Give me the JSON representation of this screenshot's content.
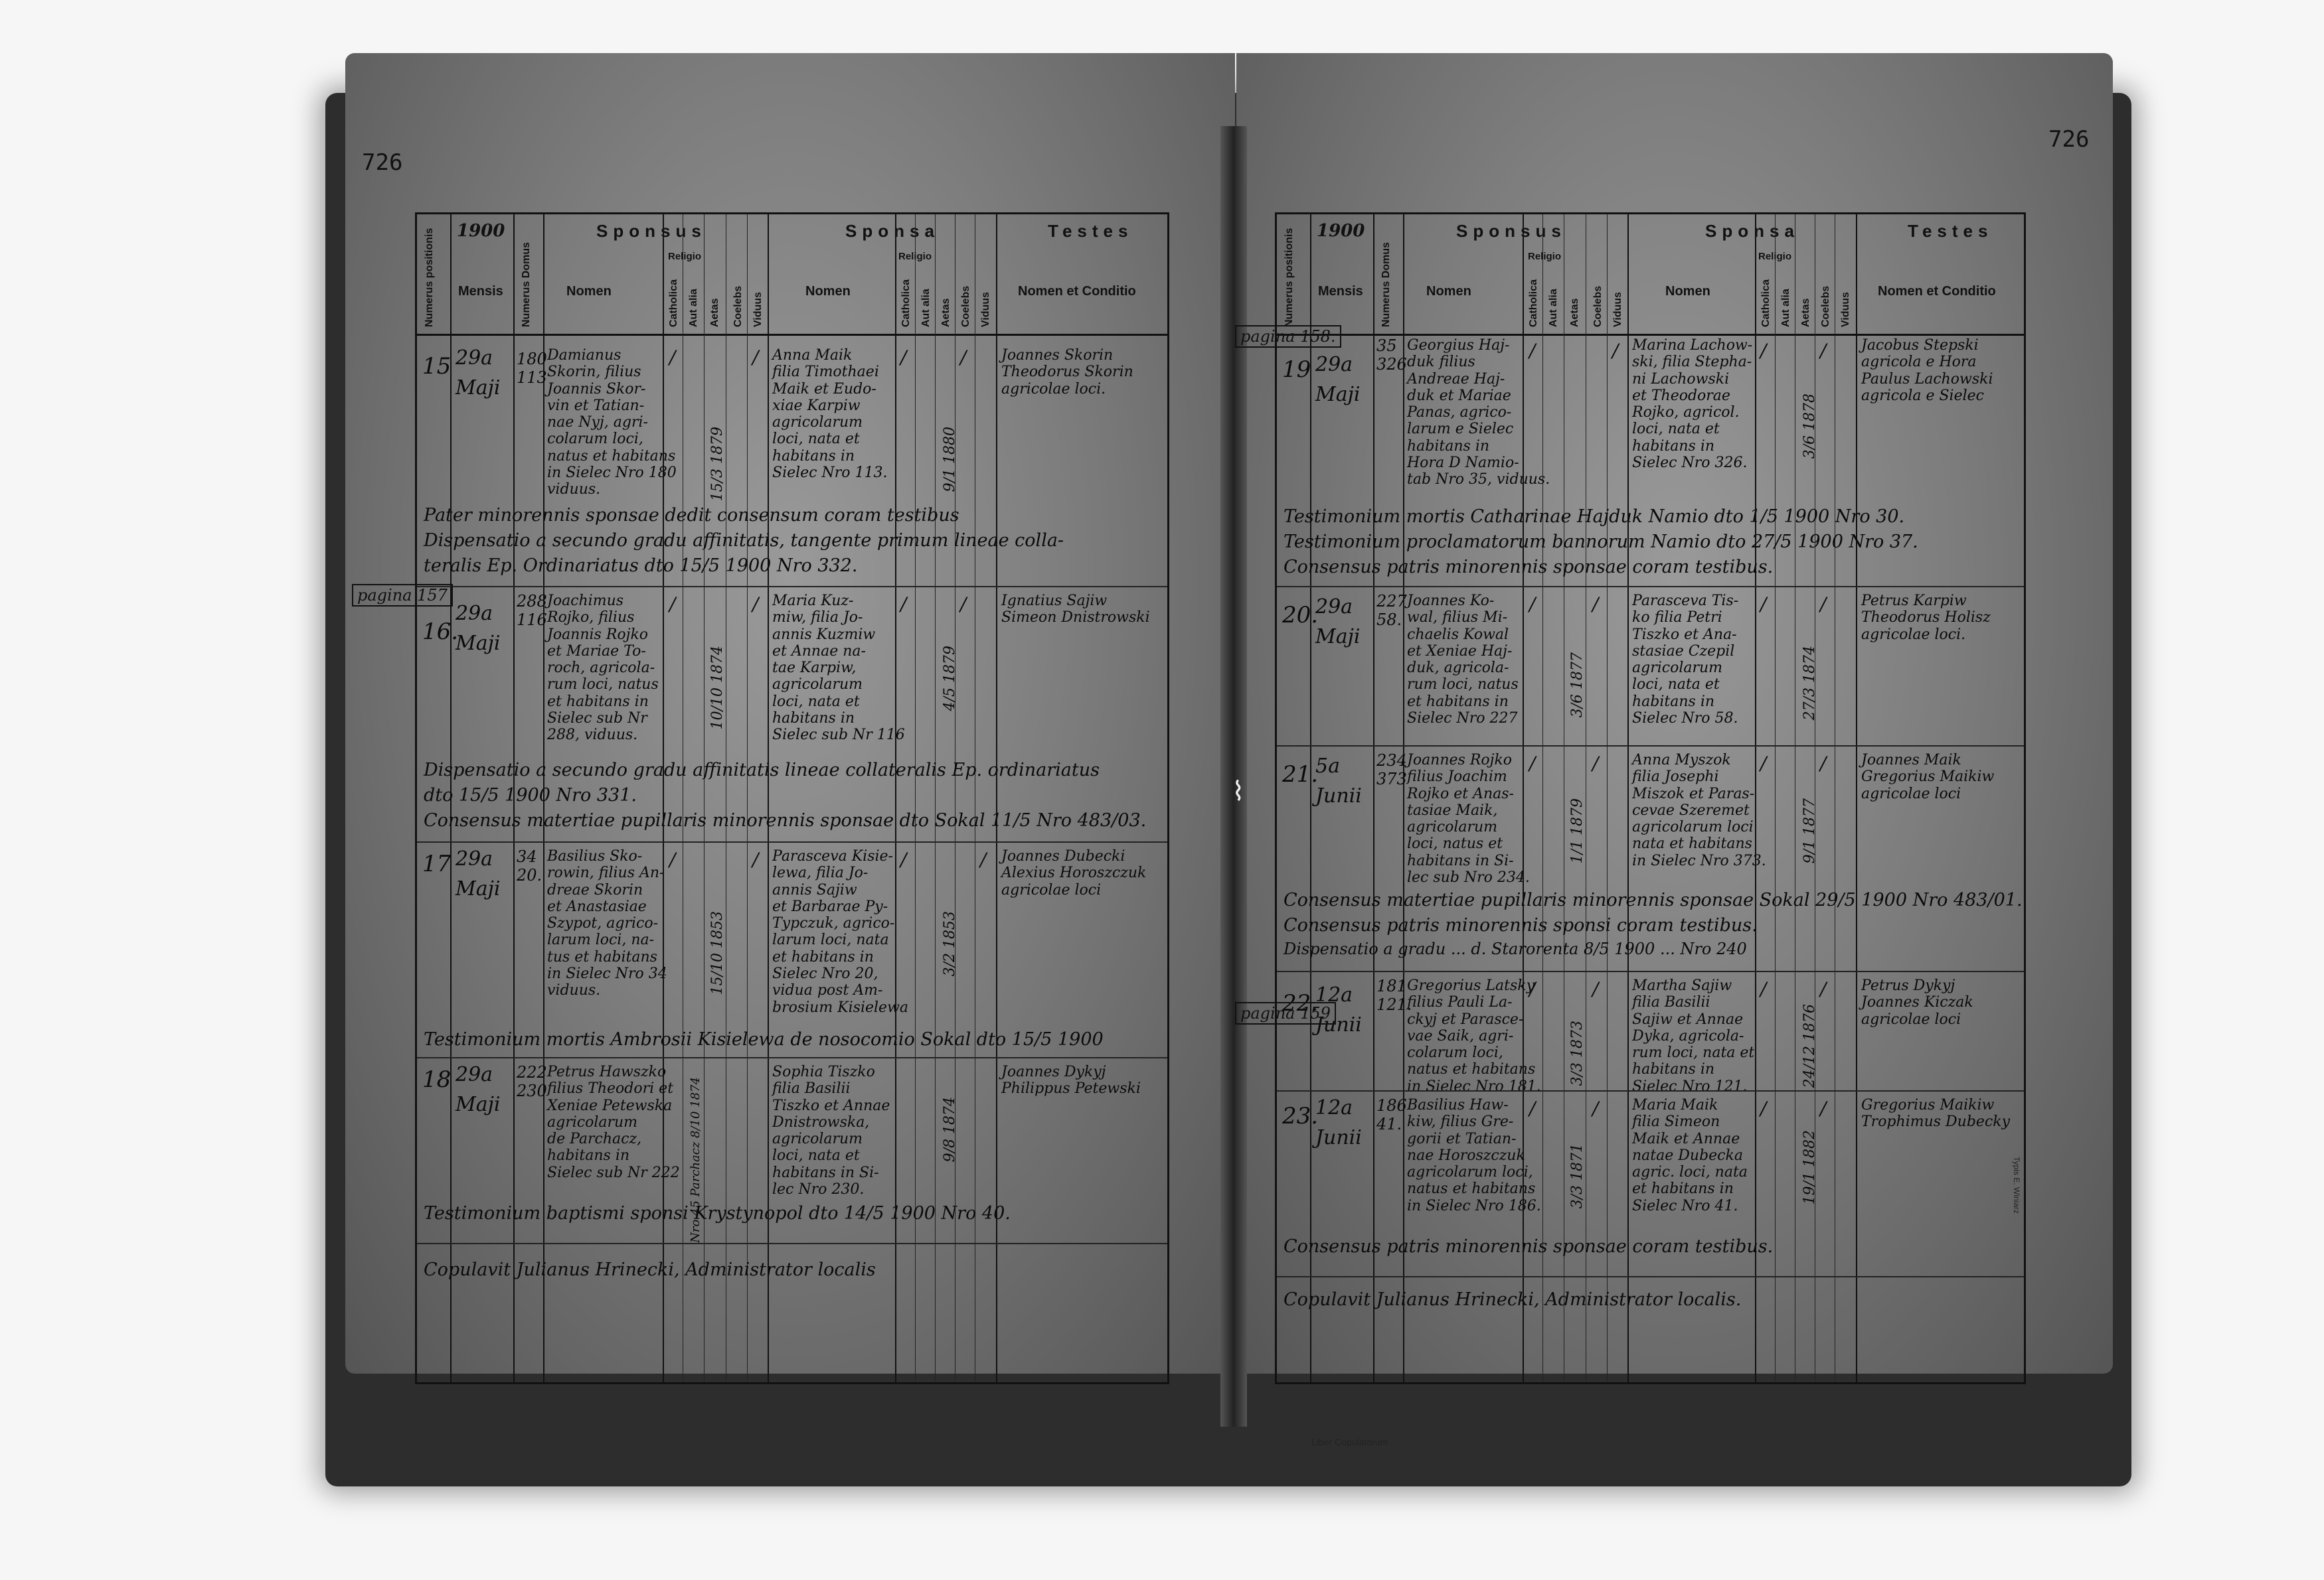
{
  "left": {
    "page_number": "726",
    "year": "1900",
    "headers": {
      "numerus_positionis": "Numerus positionis",
      "mensis": "Mensis",
      "numerus_domus": "Numerus Domus",
      "sponsus": "Sponsus",
      "sponsa": "Sponsa",
      "testes": "Testes",
      "nomen": "Nomen",
      "religio": "Religio",
      "catholica": "Catholica",
      "aut_alia": "Aut alia",
      "aetas": "Aetas",
      "coelebs": "Coelebs",
      "viduus": "Viduus",
      "nomen_et_conditio": "Nomen et Conditio"
    },
    "entries": [
      {
        "no": "15",
        "day": "29a",
        "month": "Maji",
        "domus": "180\n113",
        "sponsus": "Damianus\nSkorin, filius\nJoannis Skor-\nvin et Tatian-\nnae Nyj, agri-\ncolarum loci,\nnatus et habitans\nin Sielec Nro 180\nviduus.",
        "sponsus_date": "15/3 1879",
        "sponsa": "Anna Maik\nfilia Timothaei\nMaik et Eudo-\nxiae Karpiw\nagricolarum\nloci, nata et\nhabitans in\nSielec Nro 113.",
        "sponsa_date": "9/1 1880",
        "testes": "Joannes Skorin\nTheodorus Skorin\nagricolae loci."
      },
      {
        "no": "16.",
        "day": "29a",
        "month": "Maji",
        "domus": "288\n116",
        "sponsus": "Joachimus\nRojko, filius\nJoannis Rojko\net Mariae To-\nroch, agricola-\nrum loci, natus\net habitans in\nSielec sub Nr\n288, viduus.",
        "sponsus_date": "10/10 1874",
        "sponsa": "Maria Kuz-\nmiw, filia Jo-\nannis Kuzmiw\net Annae na-\ntae Karpiw,\nagricolarum\nloci, nata et\nhabitans in\nSielec sub Nr 116",
        "sponsa_date": "4/5 1879",
        "testes": "Ignatius Sajiw\nSimeon Dnistrowski"
      },
      {
        "no": "17",
        "day": "29a",
        "month": "Maji",
        "domus": "34\n20.",
        "sponsus": "Basilius Sko-\nrowin, filius An-\ndreae Skorin\net Anastasiae\nSzypot, agrico-\nlarum loci, na-\ntus et habitans\nin Sielec Nro 34\nviduus.",
        "sponsus_date": "15/10 1853",
        "sponsa": "Parasceva Kisie-\nlewa, filia Jo-\nannis Sajiw\net Barbarae Py-\nTypczuk, agrico-\nlarum loci, nata\net habitans in\nSielec Nro 20,\nvidua post Am-\nbrosium Kisielewa",
        "sponsa_date": "3/2 1853",
        "testes": "Joannes Dubecki\nAlexius Horoszczuk\nagricolae loci"
      },
      {
        "no": "18",
        "day": "29a",
        "month": "Maji",
        "domus": "222\n230",
        "sponsus": "Petrus Hawszko\nfilius Theodori et\nXeniae Petewska\nagricolarum\nde Parchacz,\nhabitans in\nSielec sub Nr 222",
        "sponsus_date": "Nro 45 Parchacz 8/10 1874",
        "sponsa": "Sophia Tiszko\nfilia Basilii\nTiszko et Annae\nDnistrowska,\nagricolarum\nloci, nata et\nhabitans in Si-\nlec Nro 230.",
        "sponsa_date": "9/8 1874",
        "testes": "Joannes Dykyj\nPhilippus Petewski"
      }
    ],
    "notes": [
      "Pater minorennis sponsae dedit consensum coram testibus",
      "Dispensatio a secundo gradu affinitatis, tangente primum lineae colla-",
      "teralis Ep. Ordinariatus dto 15/5 1900 Nro 332.",
      "Dispensatio a secundo gradu affinitatis lineae collateralis Ep. ordinariatus",
      "dto 15/5 1900 Nro 331.",
      "Consensus matertiae pupillaris minorennis sponsae dto Sokal 11/5 Nro 483/03.",
      "Testimonium mortis Ambrosii Kisielewa de nosocomio Sokal dto 15/5 1900",
      "Testimonium baptismi sponsi Krystynopol dto 14/5 1900 Nro 40.",
      "Copulavit Julianus Hrinecki, Administrator localis"
    ],
    "pagina": "pagina 157"
  },
  "right": {
    "page_number": "726",
    "year": "1900",
    "headers": {
      "numerus_positionis": "Numerus positionis",
      "mensis": "Mensis",
      "numerus_domus": "Numerus Domus",
      "sponsus": "Sponsus",
      "sponsa": "Sponsa",
      "testes": "Testes",
      "nomen": "Nomen",
      "religio": "Religio",
      "catholica": "Catholica",
      "aut_alia": "Aut alia",
      "aetas": "Aetas",
      "coelebs": "Coelebs",
      "viduus": "Viduus",
      "nomen_et_conditio": "Nomen et Conditio"
    },
    "entries": [
      {
        "no": "19",
        "day": "29a",
        "month": "Maji",
        "domus": "35\n326",
        "sponsus": "Georgius Haj-\nduk filius\nAndreae Haj-\nduk et Mariae\nPanas, agrico-\nlarum e Sielec\nhabitans in\nHora D Namio-\ntab Nro 35, viduus.",
        "sponsus_date": "",
        "sponsa": "Marina Lachow-\nski, filia Stepha-\nni Lachowski\net Theodorae\nRojko, agricol.\nloci, nata et\nhabitans in\nSielec Nro 326.",
        "sponsa_date": "3/6 1878",
        "testes": "Jacobus Stepski\nagricola e Hora\nPaulus Lachowski\nagricola e Sielec"
      },
      {
        "no": "20.",
        "day": "29a",
        "month": "Maji",
        "domus": "227\n58.",
        "sponsus": "Joannes Ko-\nwal, filius Mi-\nchaelis Kowal\net Xeniae Haj-\nduk, agricola-\nrum loci, natus\net habitans in\nSielec Nro 227",
        "sponsus_date": "3/6 1877",
        "sponsa": "Parasceva Tis-\nko filia Petri\nTiszko et Ana-\nstasiae Czepil\nagricolarum\nloci, nata et\nhabitans in\nSielec Nro 58.",
        "sponsa_date": "27/3 1874",
        "testes": "Petrus Karpiw\nTheodorus Holisz\nagricolae loci."
      },
      {
        "no": "21.",
        "day": "5a",
        "month": "Junii",
        "domus": "234\n373",
        "sponsus": "Joannes Rojko\nfilius Joachim\nRojko et Anas-\ntasiae Maik,\nagricolarum\nloci, natus et\nhabitans in Si-\nlec sub Nro 234.",
        "sponsus_date": "1/1 1879",
        "sponsa": "Anna Myszok\nfilia Josephi\nMiszok et Paras-\ncevae Szeremet\nagricolarum loci\nnata et habitans\nin Sielec Nro 373.",
        "sponsa_date": "9/1 1877",
        "testes": "Joannes Maik\nGregorius Maikiw\nagricolae loci"
      },
      {
        "no": "22.",
        "day": "12a",
        "month": "Junii",
        "domus": "181\n121.",
        "sponsus": "Gregorius Latsky\nfilius Pauli La-\nckyj et Parasce-\nvae Saik, agri-\ncolarum loci,\nnatus et habitans\nin Sielec Nro 181.",
        "sponsus_date": "3/3 1873",
        "sponsa": "Martha Sajiw\nfilia Basilii\nSajiw et Annae\nDyka, agricola-\nrum loci, nata et\nhabitans in\nSielec Nro 121.",
        "sponsa_date": "24/12 1876",
        "testes": "Petrus Dykyj\nJoannes Kiczak\nagricolae loci"
      },
      {
        "no": "23.",
        "day": "12a",
        "month": "Junii",
        "domus": "186\n41.",
        "sponsus": "Basilius Haw-\nkiw, filius Gre-\ngorii et Tatian-\nnae Horoszczuk\nagricolarum loci,\nnatus et habitans\nin Sielec Nro 186.",
        "sponsus_date": "3/3 1871",
        "sponsa": "Maria Maik\nfilia Simeon\nMaik et Annae\nnatae Dubecka\nagric. loci, nata\net habitans in\nSielec Nro 41.",
        "sponsa_date": "19/1 1882",
        "testes": "Gregorius Maikiw\nTrophimus Dubecky"
      }
    ],
    "notes": [
      "Testimonium mortis Catharinae Hajduk Namio dto 1/5 1900 Nro 30.",
      "Testimonium proclamatorum bannorum Namio dto 27/5 1900 Nro 37.",
      "Consensus patris minorennis sponsae coram testibus.",
      "Consensus matertiae pupillaris minorennis sponsae Sokal 29/5 1900 Nro 483/01.",
      "Consensus patris minorennis sponsi coram testibus.",
      "Dispensatio a gradu ... d. Starorenta 8/5 1900 ... Nro 240",
      "Consensus patris minorennis sponsae coram testibus.",
      "Copulavit Julianus Hrinecki, Administrator localis."
    ],
    "paginas": [
      "pagina 158.",
      "pagina 159"
    ],
    "footer": "Liber Copulatorum",
    "print_mark": "Typis E. Winiarz"
  }
}
